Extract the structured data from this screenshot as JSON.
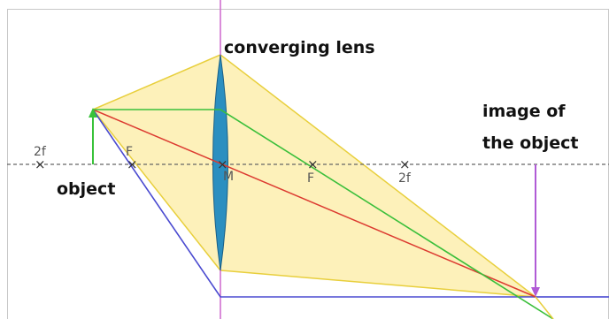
{
  "labels": {
    "lens": "converging lens",
    "object": "object",
    "image_line1": "image of",
    "image_line2": "the object",
    "focal_left": "F",
    "focal_right": "F",
    "twof_left": "2f",
    "twof_right": "2f",
    "center": "M",
    "cross": "×"
  },
  "colors": {
    "background": "#ffffff",
    "border": "#c8c8c8",
    "axis": "#666666",
    "lens_fill": "#2b8fc0",
    "lens_stroke": "#1a5f86",
    "lens_axis_line": "#d070d0",
    "beam_fill": "#fdf0b3",
    "beam_stroke": "#e8cf3c",
    "object_arrow": "#39c23a",
    "image_arrow": "#b05bd6",
    "ray_red": "#dc3a30",
    "ray_green": "#3bbf3b",
    "ray_blue": "#4a4ad0",
    "bottom_line": "#5a5ad6"
  }
}
